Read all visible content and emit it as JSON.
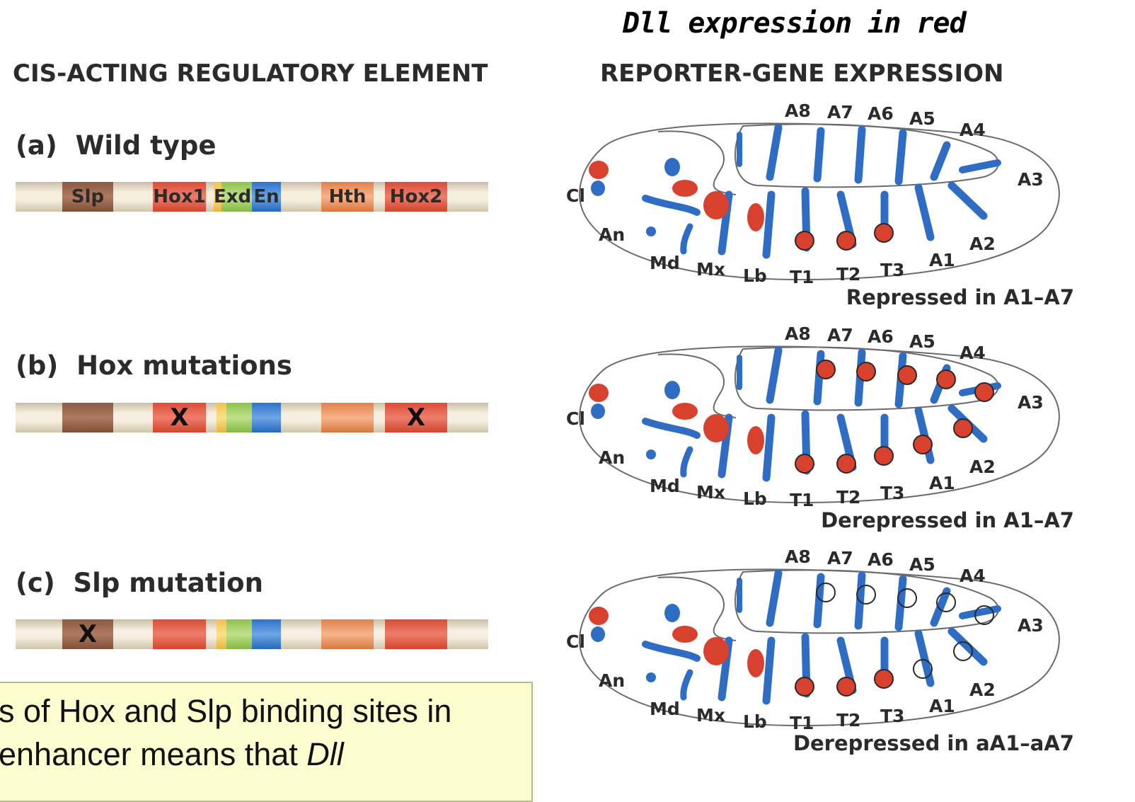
{
  "header": {
    "top_title": "Dll expression in red",
    "left_heading": "CIS-ACTING REGULATORY ELEMENT",
    "right_heading": "REPORTER-GENE EXPRESSION"
  },
  "panels": [
    {
      "letter": "(a)",
      "title": "Wild type",
      "caption": "Repressed in A1–A7",
      "segments": {
        "slp": "Slp",
        "hox1": "Hox1",
        "exd": "Exd",
        "en": "En",
        "hth": "Hth",
        "hox2": "Hox2"
      }
    },
    {
      "letter": "(b)",
      "title": "Hox mutations",
      "caption": "Derepressed in A1–A7",
      "mutation_marks": [
        "X",
        "X"
      ]
    },
    {
      "letter": "(c)",
      "title": "Slp mutation",
      "caption": "Derepressed in aA1–aA7",
      "mutation_marks": [
        "X"
      ]
    }
  ],
  "embryo_labels": {
    "dorsal": [
      "A8",
      "A7",
      "A6",
      "A5",
      "A4"
    ],
    "right": [
      "A3",
      "A2",
      "A1"
    ],
    "ventral": [
      "Md",
      "Mx",
      "Lb",
      "T1",
      "T2",
      "T3"
    ],
    "left": [
      "Cl",
      "An"
    ]
  },
  "note": {
    "line1": "s of Hox and Slp binding sites in",
    "line2_prefix": "enhancer means that ",
    "line2_italic": "Dll"
  },
  "colors": {
    "expression_red": "#d9412f",
    "segment_blue": "#2f6cc4",
    "note_background": "#fdfdcf"
  }
}
